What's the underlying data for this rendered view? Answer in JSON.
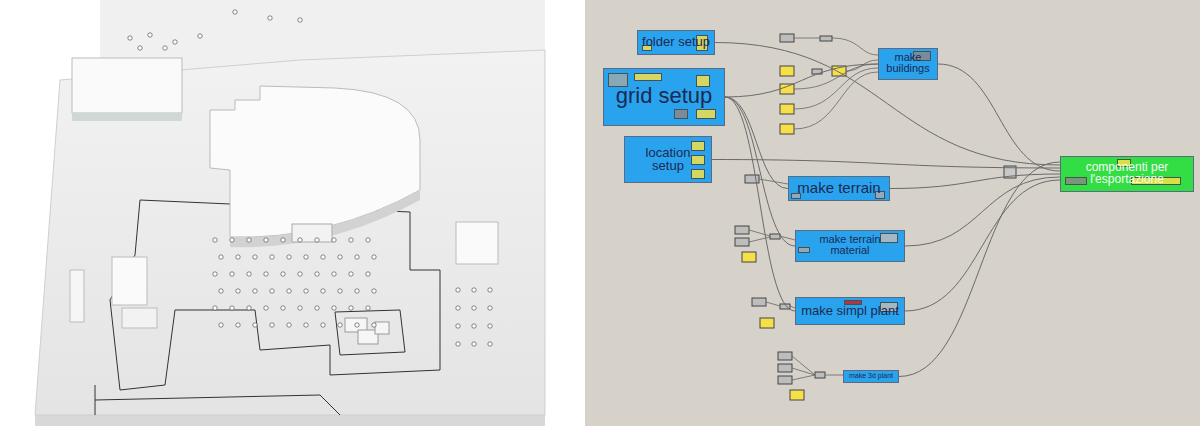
{
  "diagram": {
    "nodes": [
      {
        "text": [
          "folder setup"
        ]
      },
      {
        "text": [
          "grid setup"
        ]
      },
      {
        "text": [
          "location setup"
        ]
      },
      {
        "text": [
          "make buildings"
        ]
      },
      {
        "text": [
          "make terrain"
        ]
      },
      {
        "text": [
          "make terrain material"
        ]
      },
      {
        "text": [
          "make simpl plant"
        ]
      },
      {
        "text": [
          "make 3d plant"
        ]
      },
      {
        "text": [
          "componenti per l'esportazione"
        ]
      }
    ],
    "edges": [
      {
        "from": 1,
        "to": 3,
        "arrow": "none"
      },
      {
        "from": 1,
        "to": 4,
        "arrow": "none"
      },
      {
        "from": 1,
        "to": 5,
        "arrow": "none"
      },
      {
        "from": 1,
        "to": 6,
        "arrow": "none"
      },
      {
        "from": 0,
        "to": 8,
        "arrow": "none"
      },
      {
        "from": 2,
        "to": 8,
        "arrow": "none"
      },
      {
        "from": 3,
        "to": 8,
        "arrow": "none"
      },
      {
        "from": 4,
        "to": 8,
        "arrow": "none"
      },
      {
        "from": 5,
        "to": 8,
        "arrow": "none"
      },
      {
        "from": 6,
        "to": 8,
        "arrow": "none"
      },
      {
        "from": 7,
        "to": 8,
        "arrow": "none"
      }
    ]
  }
}
